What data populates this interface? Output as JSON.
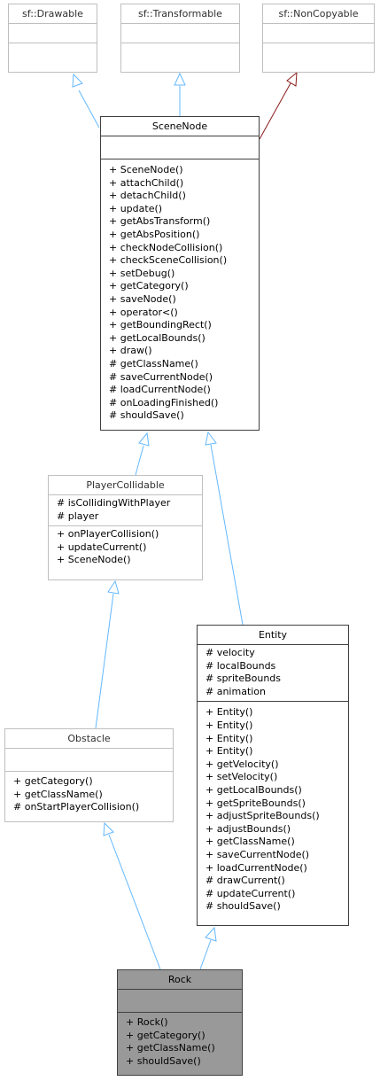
{
  "classes": {
    "sf_drawable": {
      "name": "sf::Drawable",
      "attributes": [],
      "methods": []
    },
    "sf_transformable": {
      "name": "sf::Transformable",
      "attributes": [],
      "methods": []
    },
    "sf_noncopyable": {
      "name": "sf::NonCopyable",
      "attributes": [],
      "methods": []
    },
    "scene_node": {
      "name": "SceneNode",
      "attributes": [],
      "methods": [
        "+ SceneNode()",
        "+ attachChild()",
        "+ detachChild()",
        "+ update()",
        "+ getAbsTransform()",
        "+ getAbsPosition()",
        "+ checkNodeCollision()",
        "+ checkSceneCollision()",
        "+ setDebug()",
        "+ getCategory()",
        "+ saveNode()",
        "+ operator<()",
        "+ getBoundingRect()",
        "+ getLocalBounds()",
        "+ draw()",
        "# getClassName()",
        "# saveCurrentNode()",
        "# loadCurrentNode()",
        "# onLoadingFinished()",
        "# shouldSave()"
      ]
    },
    "player_collidable": {
      "name": "PlayerCollidable",
      "attributes": [
        "# isCollidingWithPlayer",
        "# player"
      ],
      "methods": [
        "+ onPlayerCollision()",
        "+ updateCurrent()",
        "+ SceneNode()"
      ]
    },
    "entity": {
      "name": "Entity",
      "attributes": [
        "# velocity",
        "# localBounds",
        "# spriteBounds",
        "# animation"
      ],
      "methods": [
        "+ Entity()",
        "+ Entity()",
        "+ Entity()",
        "+ Entity()",
        "+ getVelocity()",
        "+ setVelocity()",
        "+ getLocalBounds()",
        "+ getSpriteBounds()",
        "+ adjustSpriteBounds()",
        "+ adjustBounds()",
        "+ getClassName()",
        "+ saveCurrentNode()",
        "+ loadCurrentNode()",
        "# drawCurrent()",
        "# updateCurrent()",
        "# shouldSave()"
      ]
    },
    "obstacle": {
      "name": "Obstacle",
      "attributes": [],
      "methods": [
        "+ getCategory()",
        "+ getClassName()",
        "# onStartPlayerCollision()"
      ]
    },
    "rock": {
      "name": "Rock",
      "attributes": [],
      "methods": [
        "+ Rock()",
        "+ getCategory()",
        "+ getClassName()",
        "+ shouldSave()"
      ]
    }
  },
  "colors": {
    "inheritance_edge": "#63b8ff",
    "private_inheritance_edge": "#8b1a1a",
    "external_border": "#bfbfbf",
    "documented_border": "#404040",
    "focus_fill": "#999999"
  }
}
